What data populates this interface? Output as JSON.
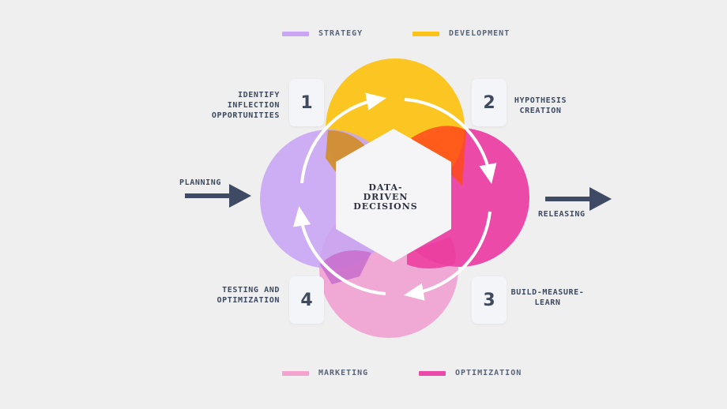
{
  "legend": {
    "strategy": {
      "label": "STRATEGY",
      "color": "#c9a5f3"
    },
    "development": {
      "label": "DEVELOPMENT",
      "color": "#fcc419"
    },
    "marketing": {
      "label": "MARKETING",
      "color": "#f4a3d1"
    },
    "optimization": {
      "label": "OPTIMIZATION",
      "color": "#ec4aa8"
    }
  },
  "center": {
    "line1": "DATA-",
    "line2": "DRIVEN",
    "line3": "DECISIONS"
  },
  "steps": [
    {
      "number": "1",
      "line1": "IDENTIFY",
      "line2": "INFLECTION",
      "line3": "OPPORTUNITIES"
    },
    {
      "number": "2",
      "line1": "HYPOTHESIS",
      "line2": "CREATION"
    },
    {
      "number": "3",
      "line1": "BUILD-MEASURE-",
      "line2": "LEARN"
    },
    {
      "number": "4",
      "line1": "TESTING AND",
      "line2": "OPTIMIZATION"
    }
  ],
  "inputs": {
    "planning": "PLANNING",
    "releasing": "RELEASING"
  },
  "colors": {
    "arrow": "#3f4a64",
    "hexagon": "#f5f5f8",
    "strategy": "#c9a5f3",
    "development": "#fcc419",
    "marketing": "#f0a8d4",
    "optimization": "#ec4aa8"
  }
}
